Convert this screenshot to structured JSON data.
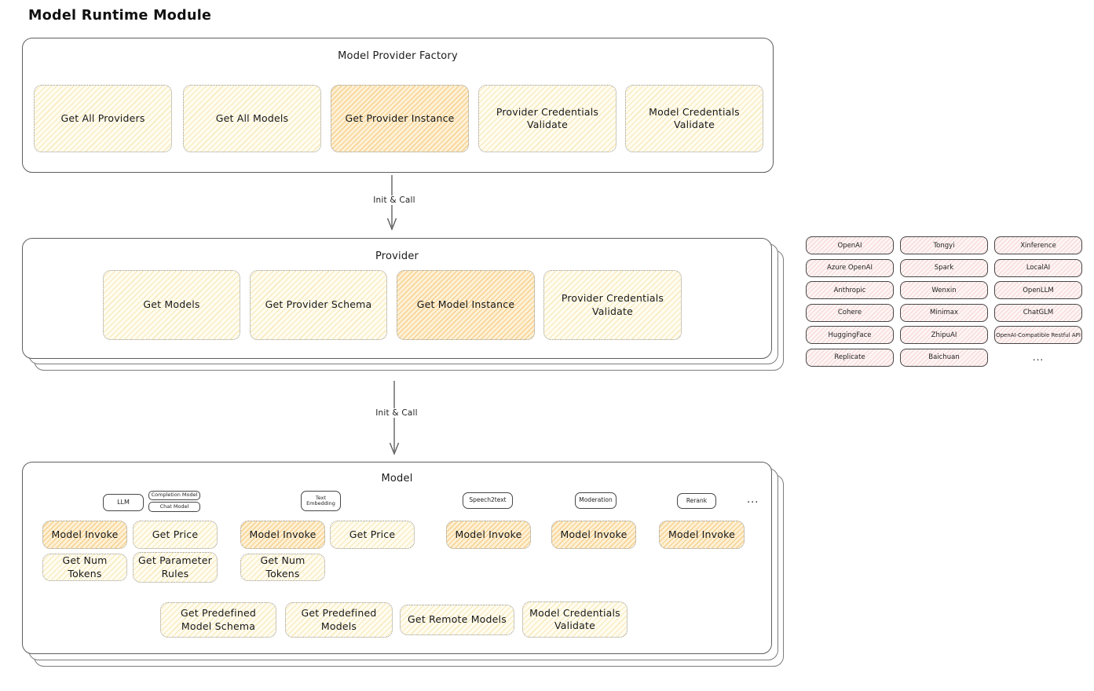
{
  "title": "Model Runtime Module",
  "factory": {
    "title": "Model Provider Factory",
    "boxes": [
      {
        "label": "Get All Providers",
        "highlight": false
      },
      {
        "label": "Get All Models",
        "highlight": false
      },
      {
        "label": "Get Provider Instance",
        "highlight": true
      },
      {
        "label": "Provider Credentials Validate",
        "highlight": false
      },
      {
        "label": "Model Credentials Validate",
        "highlight": false
      }
    ]
  },
  "arrows": [
    {
      "label": "Init & Call"
    },
    {
      "label": "Init & Call"
    }
  ],
  "provider": {
    "title": "Provider",
    "boxes": [
      {
        "label": "Get Models",
        "highlight": false
      },
      {
        "label": "Get Provider Schema",
        "highlight": false
      },
      {
        "label": "Get Model Instance",
        "highlight": true
      },
      {
        "label": "Provider Credentials Validate",
        "highlight": false
      }
    ]
  },
  "provider_list": {
    "items": [
      "OpenAI",
      "Tongyi",
      "Xinference",
      "Azure OpenAI",
      "Spark",
      "LocalAI",
      "Anthropic",
      "Wenxin",
      "OpenLLM",
      "Cohere",
      "Minimax",
      "ChatGLM",
      "HuggingFace",
      "ZhipuAI",
      "OpenAI-Compatible Restful API",
      "Replicate",
      "Baichuan"
    ],
    "more": "..."
  },
  "model": {
    "title": "Model",
    "tabs": {
      "llm": "LLM",
      "completion_model": "Completion Model",
      "chat_model": "Chat Model",
      "text_embedding": "Text Embedding",
      "speech2text": "Speech2text",
      "moderation": "Moderation",
      "rerank": "Rerank",
      "more": "..."
    },
    "llm_boxes": [
      {
        "label": "Model Invoke",
        "highlight": true
      },
      {
        "label": "Get Price",
        "highlight": false
      },
      {
        "label": "Get Num Tokens",
        "highlight": false
      },
      {
        "label": "Get Parameter Rules",
        "highlight": false
      }
    ],
    "text_embedding_boxes": [
      {
        "label": "Model Invoke",
        "highlight": true
      },
      {
        "label": "Get Price",
        "highlight": false
      },
      {
        "label": "Get Num Tokens",
        "highlight": false
      }
    ],
    "speech2text_boxes": [
      {
        "label": "Model Invoke",
        "highlight": true
      }
    ],
    "moderation_boxes": [
      {
        "label": "Model Invoke",
        "highlight": true
      }
    ],
    "rerank_boxes": [
      {
        "label": "Model Invoke",
        "highlight": true
      }
    ],
    "common_boxes": [
      {
        "label": "Get Predefined Model Schema"
      },
      {
        "label": "Get Predefined Models"
      },
      {
        "label": "Get Remote Models"
      },
      {
        "label": "Model Credentials Validate"
      }
    ]
  },
  "colors": {
    "function_fill": "#fdf7e0",
    "highlight_fill": "#fbe3ae",
    "provider_pill_fill": "#fbeeee",
    "tab_fill": "#e9f3fb",
    "stroke": "#5f5f5f"
  }
}
